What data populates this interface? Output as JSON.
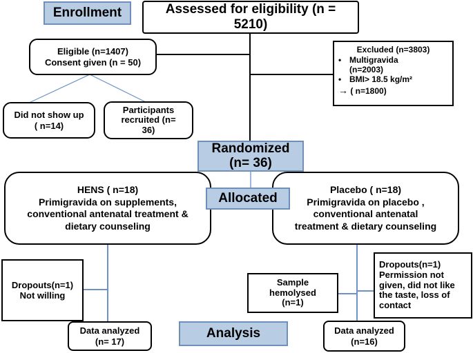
{
  "stages": {
    "enrollment": "Enrollment",
    "randomized": [
      "Randomized",
      "(n= 36)"
    ],
    "allocated": "Allocated",
    "analysis": "Analysis"
  },
  "assessed": [
    "Assessed for eligibility (n =",
    "5210)"
  ],
  "eligible": [
    "Eligible (n=1407)",
    "Consent given (n = 50)"
  ],
  "excluded": {
    "title": "Excluded (n=3803)",
    "bullet": "•",
    "items": [
      "Multigravida (n=2003)",
      "BMI> 18.5 kg/m²"
    ],
    "arrow": "→",
    "extra": "( n=1800)"
  },
  "did_not_show": [
    "Did not show up",
    "( n=14)"
  ],
  "recruited": [
    "Participants",
    "recruited (n=",
    "36)"
  ],
  "hens": [
    "HENS  ( n=18)",
    "Primigravida on supplements,",
    "conventional antenatal treatment &",
    "dietary counseling"
  ],
  "placebo": [
    "Placebo ( n=18)",
    "Primigravida on placebo ,",
    "conventional antenatal",
    "treatment & dietary counseling"
  ],
  "dropouts_left": [
    "Dropouts(n=1)",
    "Not willing"
  ],
  "data_left": [
    "Data analyzed",
    "(n= 17)"
  ],
  "sample": [
    "Sample",
    "hemolysed",
    "(n=1)"
  ],
  "dropouts_right": [
    "Dropouts(n=1)",
    "Permission not",
    "given, did not like",
    "the taste, loss of",
    "contact"
  ],
  "data_right": [
    "Data analyzed",
    "(n=16)"
  ]
}
